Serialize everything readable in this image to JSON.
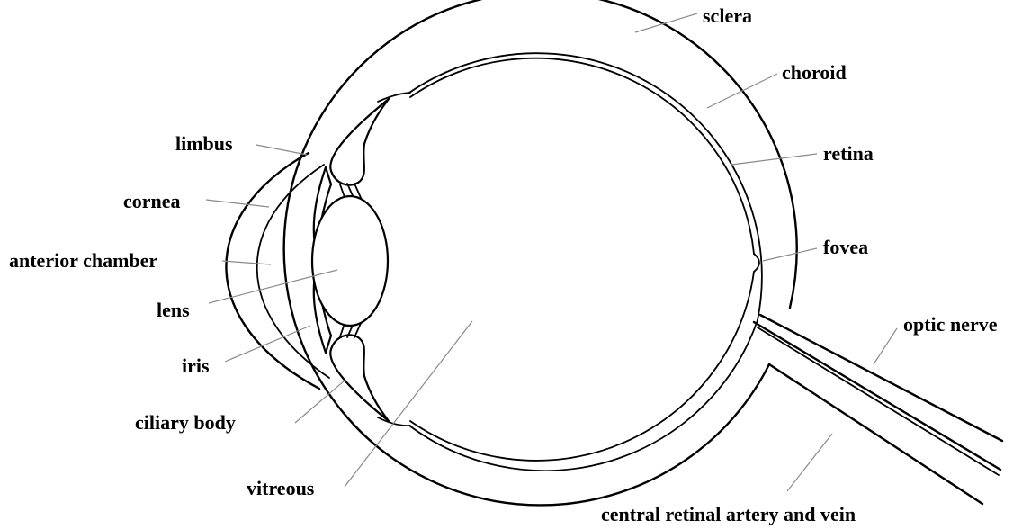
{
  "labels": {
    "sclera": "sclera",
    "choroid": "choroid",
    "retina": "retina",
    "fovea": "fovea",
    "optic_nerve": "optic nerve",
    "central_vessels": "central retinal artery and vein",
    "limbus": "limbus",
    "cornea": "cornea",
    "anterior_chamber": "anterior chamber",
    "lens": "lens",
    "iris": "iris",
    "ciliary_body": "ciliary body",
    "vitreous": "vitreous"
  }
}
